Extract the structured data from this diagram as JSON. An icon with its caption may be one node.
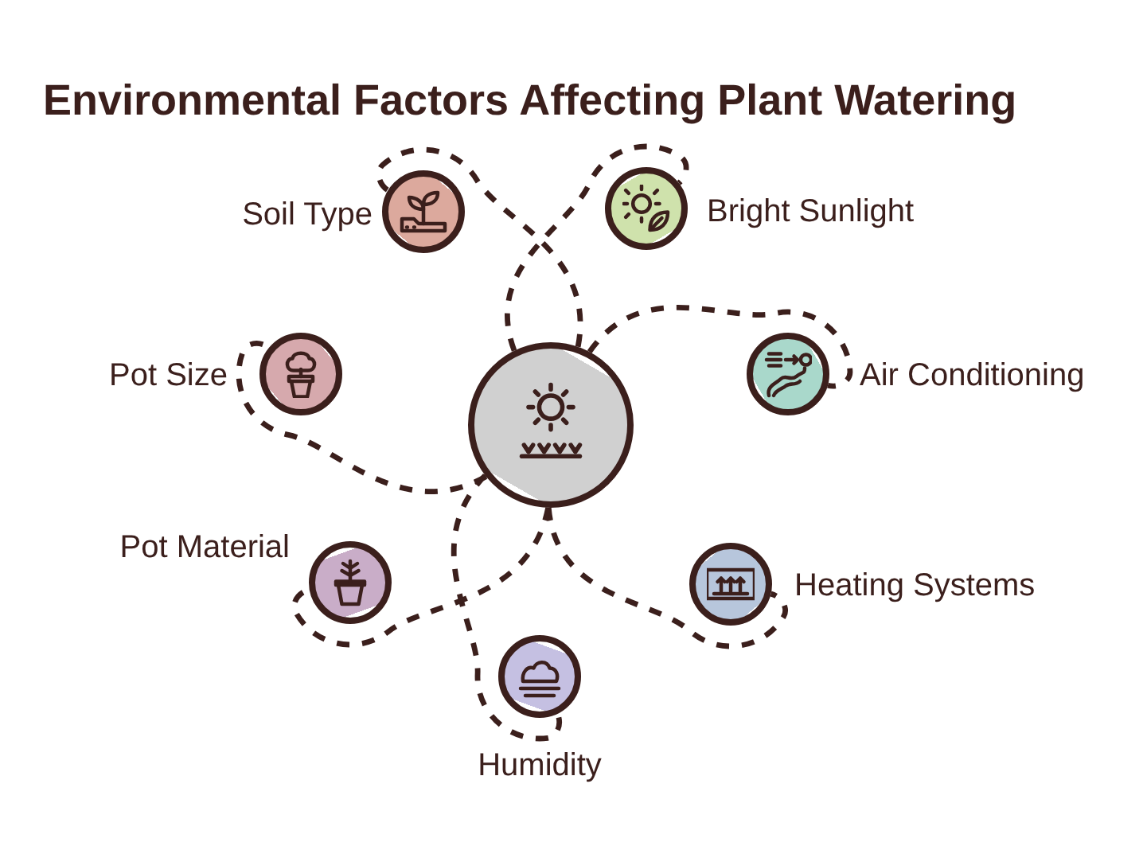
{
  "diagram": {
    "title": "Environmental Factors Affecting Plant Watering",
    "nodes": [
      {
        "text": [],
        "shape": "circle"
      },
      {
        "text": [
          "Soil Type"
        ]
      },
      {
        "text": [
          "Bright Sunlight"
        ]
      },
      {
        "text": [
          "Air Conditioning"
        ]
      },
      {
        "text": [
          "Heating Systems"
        ]
      },
      {
        "text": [
          "Humidity"
        ]
      },
      {
        "text": [
          "Pot Material"
        ]
      },
      {
        "text": [
          "Pot Size"
        ]
      }
    ],
    "edges": [
      {
        "from": 0,
        "to": 1,
        "arrow": "none",
        "style": "dashed"
      },
      {
        "from": 0,
        "to": 2,
        "arrow": "none",
        "style": "dashed"
      },
      {
        "from": 0,
        "to": 3,
        "arrow": "none",
        "style": "dashed"
      },
      {
        "from": 0,
        "to": 4,
        "arrow": "none",
        "style": "dashed"
      },
      {
        "from": 0,
        "to": 5,
        "arrow": "none",
        "style": "dashed"
      },
      {
        "from": 0,
        "to": 6,
        "arrow": "none",
        "style": "dashed"
      },
      {
        "from": 0,
        "to": 7,
        "arrow": "none",
        "style": "dashed"
      }
    ]
  }
}
